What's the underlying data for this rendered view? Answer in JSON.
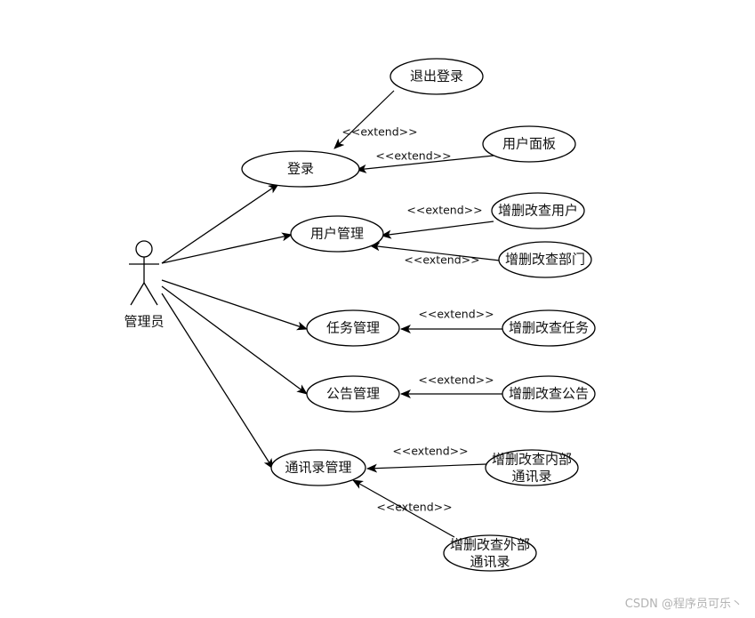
{
  "actor": {
    "label": "管理员"
  },
  "use_cases": {
    "login": "登录",
    "logout": "退出登录",
    "user_panel": "用户面板",
    "user_mgmt": "用户管理",
    "crud_user": "增删改查用户",
    "crud_dept": "增删改查部门",
    "task_mgmt": "任务管理",
    "crud_task": "增删改查任务",
    "notice_mgmt": "公告管理",
    "crud_notice": "增删改查公告",
    "contacts_mgmt": "通讯录管理",
    "crud_internal_line1": "增删改查内部",
    "crud_internal_line2": "通讯录",
    "crud_external_line1": "增删改查外部",
    "crud_external_line2": "通讯录"
  },
  "relations": {
    "extend_label": "<<extend>>"
  },
  "watermark": "CSDN @程序员可乐丶"
}
